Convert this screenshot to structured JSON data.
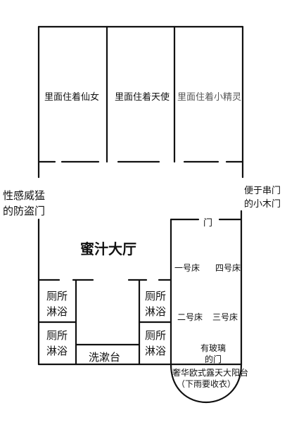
{
  "rooms": {
    "room_1": "里面住着仙女",
    "room_2": "里面住着天使",
    "room_3": "里面住着小精灵",
    "hall": "蜜汁大厅",
    "security_door": [
      "性感威猛",
      "的防盗门"
    ],
    "wood_door": [
      "便于串门",
      "的小木门"
    ],
    "door": "门",
    "bed_1": "一号床",
    "bed_2": "二号床",
    "bed_3": "三号床",
    "bed_4": "四号床",
    "glass_door": [
      "有玻璃",
      "的门"
    ],
    "toilet_1": [
      "厕所",
      "淋浴"
    ],
    "toilet_2": [
      "厕所",
      "淋浴"
    ],
    "toilet_3": [
      "厕所",
      "淋浴"
    ],
    "toilet_4": [
      "厕所",
      "淋浴"
    ],
    "wash_basin": "洗漱台",
    "balcony": [
      "奢华欧式露天大阳台",
      "（下雨要收衣）"
    ]
  }
}
